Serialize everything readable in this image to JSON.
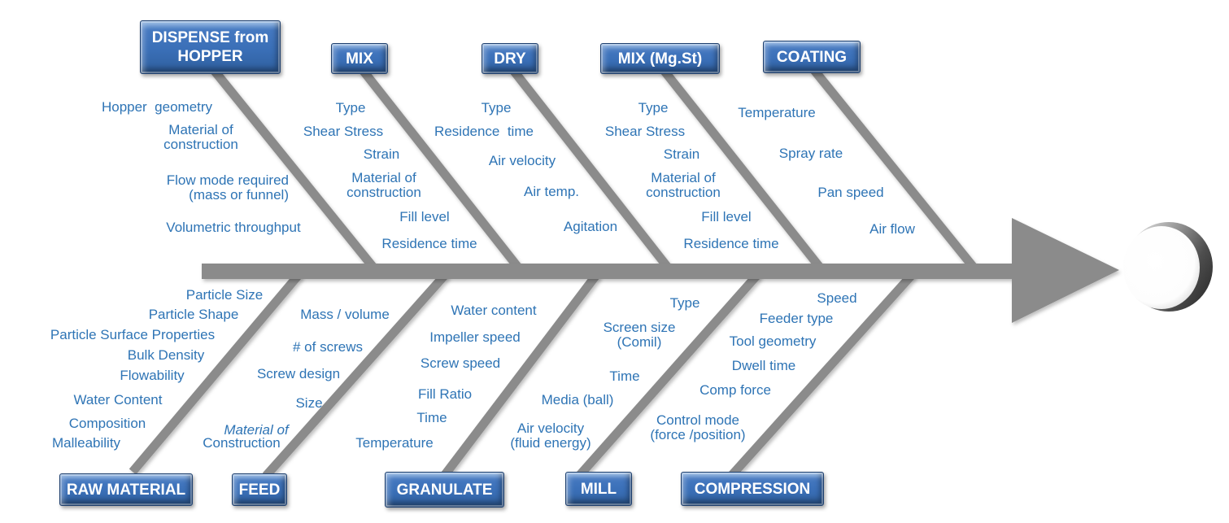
{
  "diagram": {
    "type": "fishbone",
    "effect_icon": "tablet-3d",
    "colors": {
      "box_fill": "#3A6FB7",
      "box_border": "#1D3F6E",
      "box_text": "#FFFFFF",
      "cause_text": "#2E74B5",
      "spine_gray": "#8B8B8B"
    },
    "branches": {
      "dispense": {
        "label": "DISPENSE from HOPPER",
        "causes": [
          "Hopper  geometry",
          "Material of\nconstruction",
          "Flow mode required\n(mass or funnel)",
          "Volumetric throughput"
        ]
      },
      "mix": {
        "label": "MIX",
        "causes": [
          "Type",
          "Shear Stress",
          "Strain",
          "Material of\nconstruction",
          "Fill level",
          "Residence time"
        ]
      },
      "dry": {
        "label": "DRY",
        "causes": [
          "Type",
          "Residence  time",
          "Air velocity",
          "Air temp.",
          "Agitation"
        ]
      },
      "mix_mgst": {
        "label": "MIX (Mg.St)",
        "causes": [
          "Type",
          "Shear Stress",
          "Strain",
          "Material of\nconstruction",
          "Fill level",
          "Residence time"
        ]
      },
      "coating": {
        "label": "COATING",
        "causes": [
          "Temperature",
          "Spray rate",
          "Pan speed",
          "Air flow"
        ]
      },
      "raw_material": {
        "label": "RAW MATERIAL",
        "causes": [
          "Particle Size",
          "Particle Shape",
          "Particle Surface Properties",
          "Bulk Density",
          "Flowability",
          "Water Content",
          "Composition",
          "Malleability"
        ]
      },
      "feed": {
        "label": "FEED",
        "causes": [
          "Mass / volume",
          "# of screws",
          "Screw design",
          "Size",
          "Material of",
          "Construction"
        ]
      },
      "granulate": {
        "label": "GRANULATE",
        "causes": [
          "Water content",
          "Impeller speed",
          "Screw speed",
          "Fill Ratio",
          "Time",
          "Temperature"
        ]
      },
      "mill": {
        "label": "MILL",
        "causes": [
          "Type",
          "Screen size\n(Comil)",
          "Time",
          "Media (ball)",
          "Air velocity\n(fluid energy)"
        ]
      },
      "compression": {
        "label": "COMPRESSION",
        "causes": [
          "Speed",
          "Feeder type",
          "Tool geometry",
          "Dwell time",
          "Comp force",
          "Control mode\n(force /position)"
        ]
      }
    }
  }
}
